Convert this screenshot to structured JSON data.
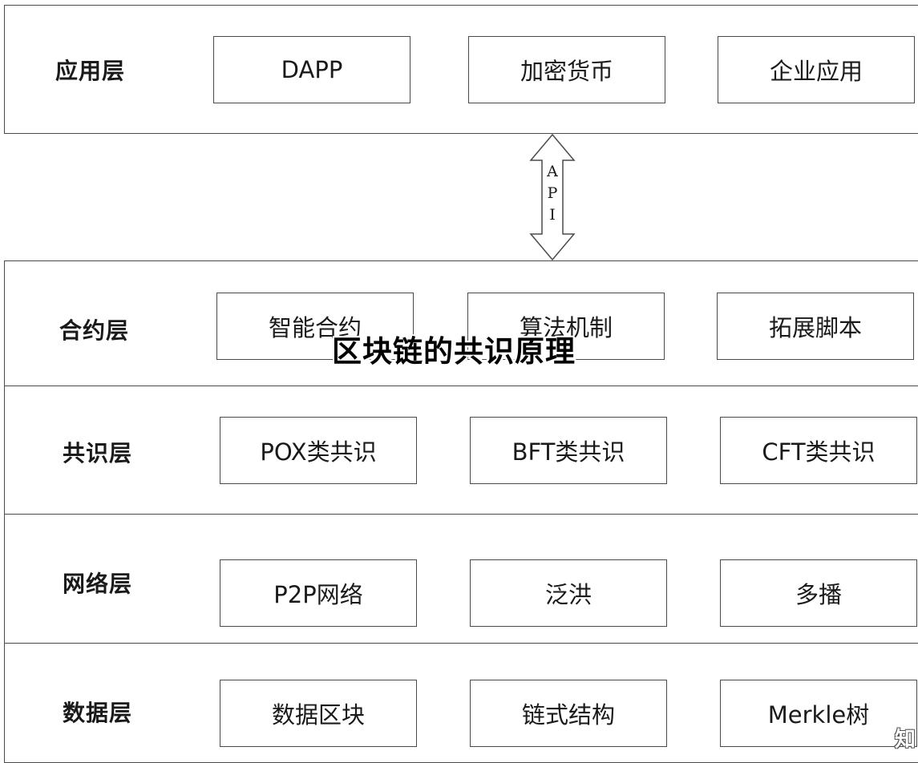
{
  "overlay_title": "区块链的共识原理",
  "watermark": "知",
  "api_arrow": {
    "letters": [
      "A",
      "P",
      "I"
    ]
  },
  "layers": [
    {
      "label": "应用层",
      "boxes": [
        "DAPP",
        "加密货币",
        "企业应用"
      ]
    },
    {
      "label": "合约层",
      "boxes": [
        "智能合约",
        "算法机制",
        "拓展脚本"
      ]
    },
    {
      "label": "共识层",
      "boxes": [
        "POX类共识",
        "BFT类共识",
        "CFT类共识"
      ]
    },
    {
      "label": "网络层",
      "boxes": [
        "P2P网络",
        "泛洪",
        "多播"
      ]
    },
    {
      "label": "数据层",
      "boxes": [
        "数据区块",
        "链式结构",
        "Merkle树"
      ]
    }
  ]
}
